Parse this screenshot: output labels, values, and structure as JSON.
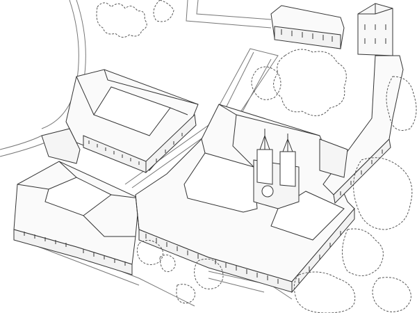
{
  "illustration": {
    "style": "line-art",
    "colors": {
      "background": "#ffffff",
      "stroke": "#333333",
      "roof": "#fafafa",
      "wall": "#f2f2f2",
      "tree": "#555555"
    },
    "elements": [
      "north-courtyard-building",
      "west-courtyard-building",
      "main-monastery-block",
      "church-twin-towers",
      "north-palace",
      "bell-tower",
      "east-wing",
      "trees",
      "garden-paths"
    ]
  }
}
